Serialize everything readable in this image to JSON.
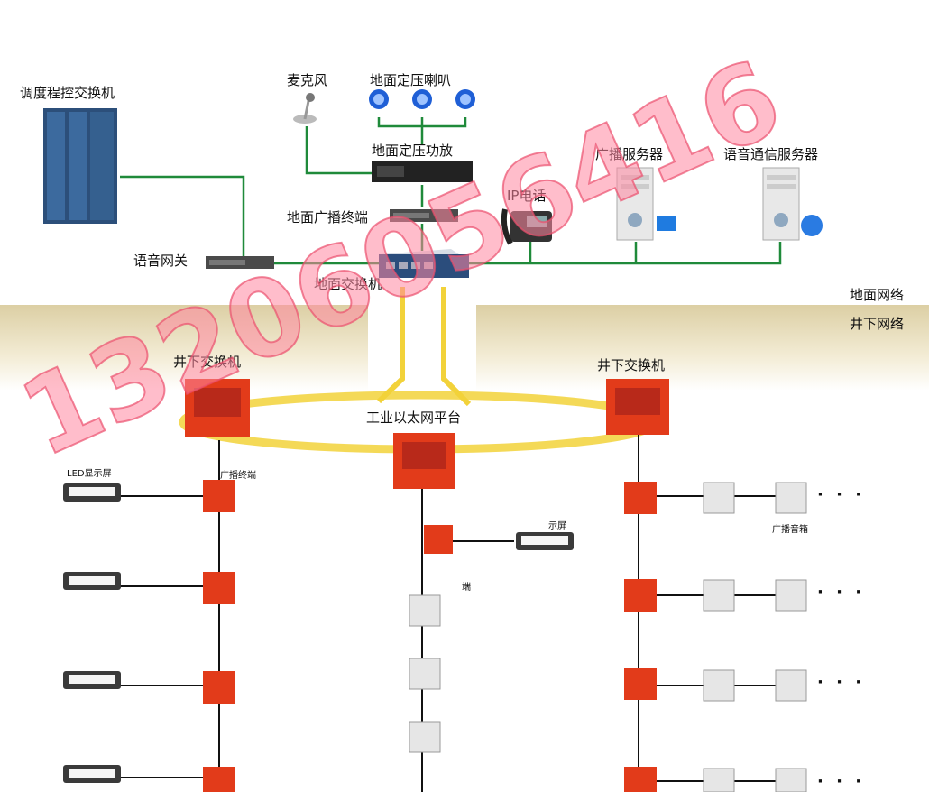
{
  "labels": {
    "dispatch_switch": "调度程控交换机",
    "microphone": "麦克风",
    "speakers": "地面定压喇叭",
    "amplifier": "地面定压功放",
    "broadcast_terminal": "地面广播终端",
    "voice_gateway": "语音网关",
    "ground_switch": "地面交换机",
    "ip_phone": "IP电话",
    "broadcast_server": "广播服务器",
    "voice_server": "语音通信服务器",
    "ground_network": "地面网络",
    "underground_network": "井下网络",
    "underground_switch_left": "井下交换机",
    "underground_switch_right": "井下交换机",
    "ethernet_platform": "工业以太网平台",
    "led_display": "LED显示屏",
    "led_display_mid": "示屏",
    "uw_broadcast_terminal": "广播终端",
    "broadcast_speaker_box": "广播音箱",
    "mid_label_partial": "端",
    "dots": "· · ·"
  },
  "watermark": "13206056416",
  "colors": {
    "wire_green": "#1f8a3a",
    "ring_yellow": "#f2d23a",
    "device_red": "#e23b1a",
    "speaker_blue": "#1f5fd6",
    "rack_blue": "#2c4f7a"
  }
}
